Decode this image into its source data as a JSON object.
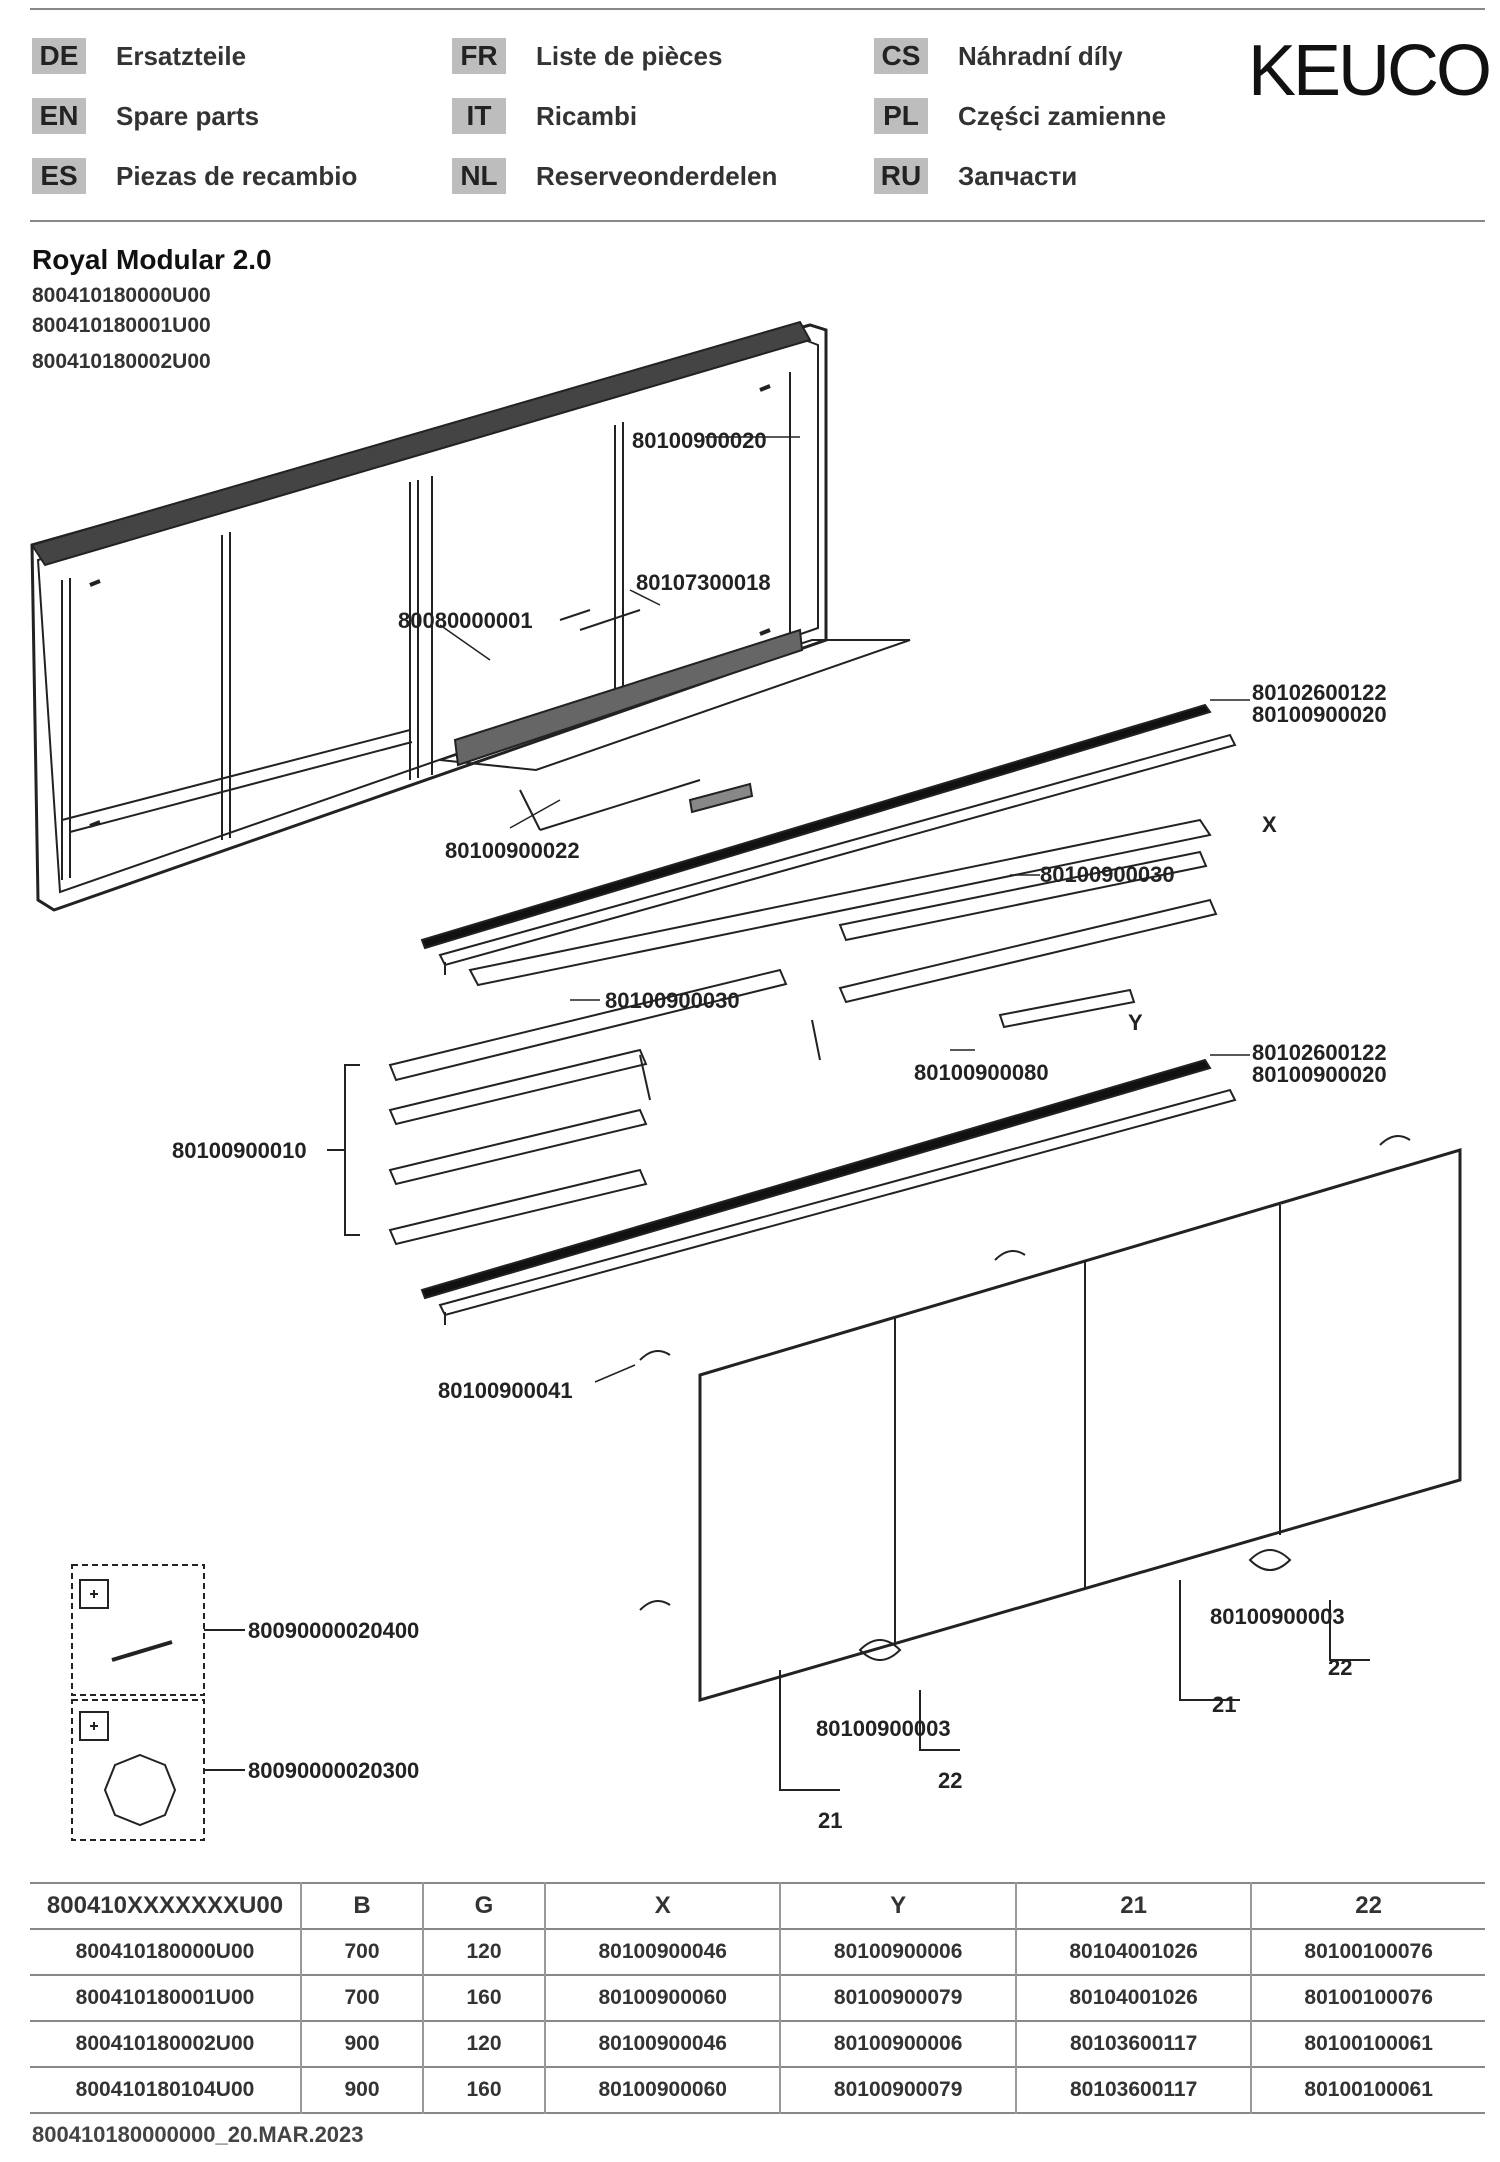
{
  "header": {
    "brand": "KEUCO",
    "languages": [
      {
        "code": "DE",
        "label": "Ersatzteile"
      },
      {
        "code": "EN",
        "label": "Spare parts"
      },
      {
        "code": "ES",
        "label": "Piezas de recambio"
      },
      {
        "code": "FR",
        "label": "Liste de pièces"
      },
      {
        "code": "IT",
        "label": "Ricambi"
      },
      {
        "code": "NL",
        "label": "Reserveonderdelen"
      },
      {
        "code": "CS",
        "label": "Náhradní díly"
      },
      {
        "code": "PL",
        "label": "Części zamienne"
      },
      {
        "code": "RU",
        "label": "Запчасти"
      }
    ]
  },
  "product": {
    "title": "Royal Modular 2.0",
    "articles": [
      "800410180000U00",
      "800410180001U00",
      "800410180002U00"
    ]
  },
  "parts": {
    "p1": "80100900020",
    "p2": "80107300018",
    "p3": "80080000001",
    "p4": "80100900022",
    "p5a": "80102600122",
    "p5b": "80100900020",
    "p6": "80100900030",
    "p7": "80100900030",
    "p8": "80100900080",
    "p9": "80100900010",
    "p10a": "80102600122",
    "p10b": "80100900020",
    "p11": "80100900041",
    "p12": "80090000020400",
    "p13": "80090000020300",
    "p14": "80100900003",
    "p15": "80100900003",
    "n21a": "21",
    "n22a": "22",
    "n21b": "21",
    "n22b": "22",
    "x": "X",
    "y": "Y"
  },
  "table": {
    "headers": [
      "800410XXXXXXXU00",
      "B",
      "G",
      "X",
      "Y",
      "21",
      "22"
    ],
    "rows": [
      [
        "800410180000U00",
        "700",
        "120",
        "80100900046",
        "80100900006",
        "80104001026",
        "80100100076"
      ],
      [
        "800410180001U00",
        "700",
        "160",
        "80100900060",
        "80100900079",
        "80104001026",
        "80100100076"
      ],
      [
        "800410180002U00",
        "900",
        "120",
        "80100900046",
        "80100900006",
        "80103600117",
        "80100100061"
      ],
      [
        "800410180104U00",
        "900",
        "160",
        "80100900060",
        "80100900079",
        "80103600117",
        "80100100061"
      ]
    ]
  },
  "footer": "800410180000000_20.MAR.2023"
}
